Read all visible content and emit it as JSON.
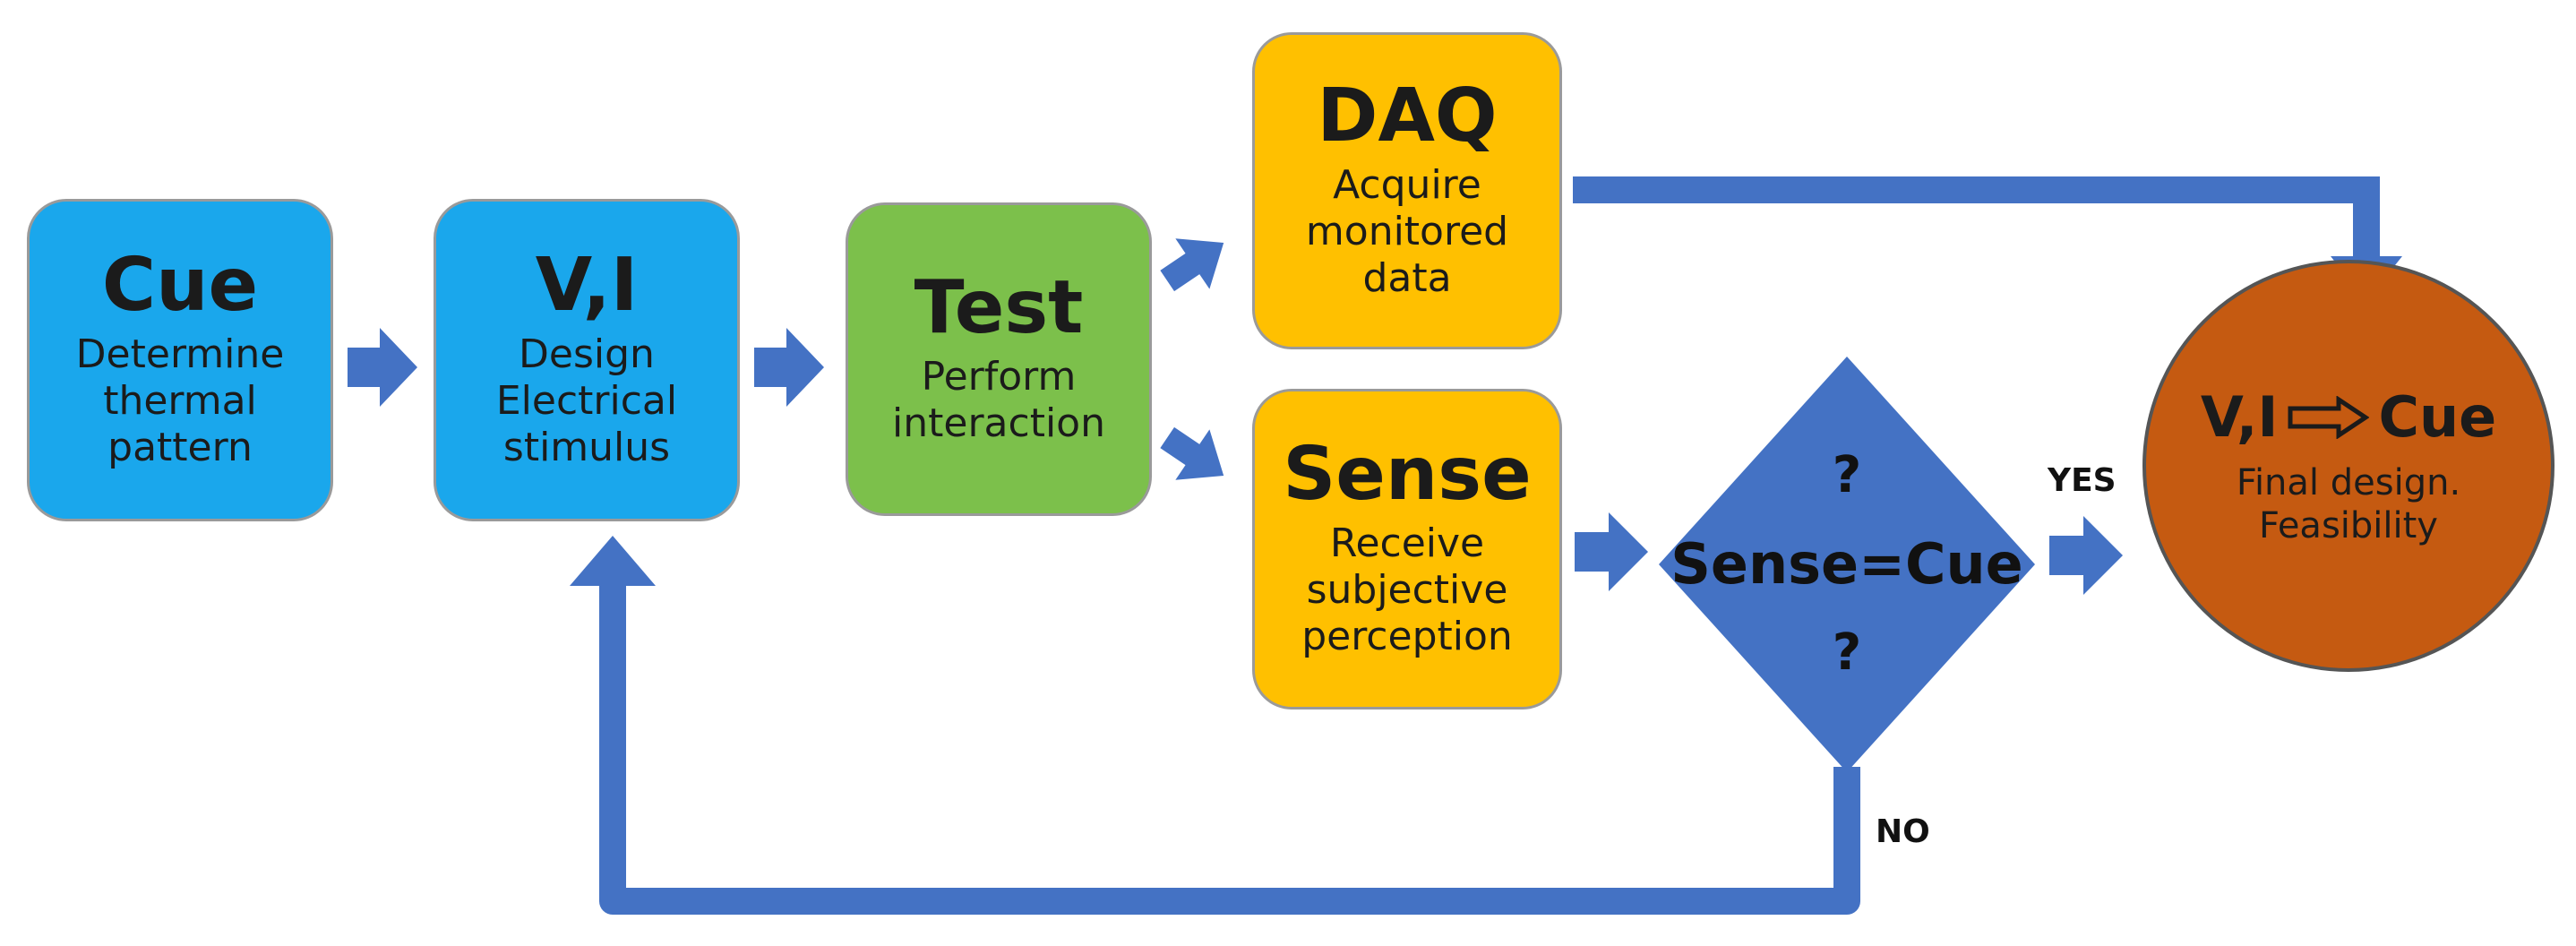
{
  "nodes": {
    "cue": {
      "title": "Cue",
      "lines": [
        "Determine",
        "thermal",
        "pattern"
      ]
    },
    "vi": {
      "title": "V,I",
      "lines": [
        "Design",
        "Electrical",
        "stimulus"
      ]
    },
    "test": {
      "title": "Test",
      "lines": [
        "Perform",
        "interaction"
      ]
    },
    "daq": {
      "title": "DAQ",
      "lines": [
        "Acquire",
        "monitored",
        "data"
      ]
    },
    "sense": {
      "title": "Sense",
      "lines": [
        "Receive",
        "subjective",
        "perception"
      ]
    },
    "decision": {
      "top": "?",
      "text": "Sense=Cue",
      "bottom": "?"
    },
    "final": {
      "left": "V,I",
      "right": "Cue",
      "lines": [
        "Final design.",
        "Feasibility"
      ]
    }
  },
  "edges": {
    "yes_label": "YES",
    "no_label": "NO"
  },
  "colors": {
    "blue_box": "#1aa7ec",
    "green_box": "#7cc04b",
    "gold_box": "#ffc000",
    "final_circle": "#c55a11",
    "arrow": "#4472c4",
    "diamond": "#4472c4"
  }
}
